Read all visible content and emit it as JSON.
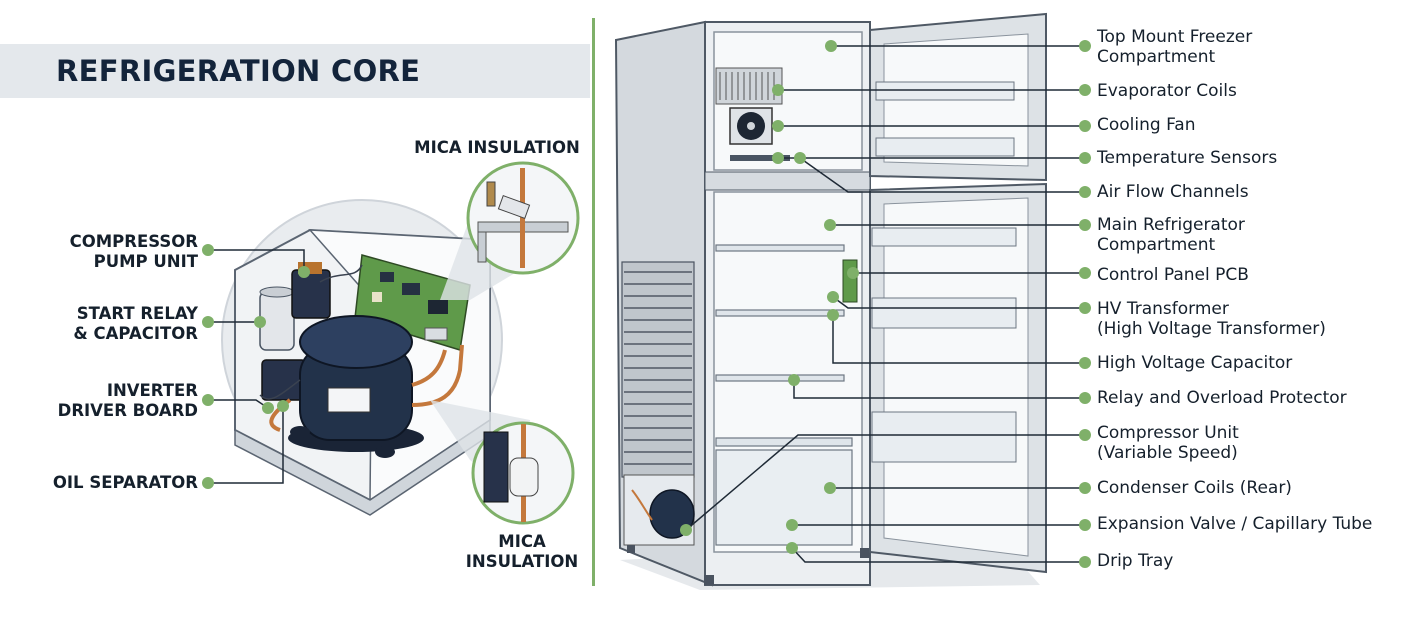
{
  "title": "REFRIGERATION CORE",
  "left_labels": {
    "compressor_pump_unit": "COMPRESSOR\nPUMP UNIT",
    "start_relay_capacitor": "START RELAY\n& CAPACITOR",
    "inverter_driver_board": "INVERTER\nDRIVER BOARD",
    "oil_separator": "OIL SEPARATOR",
    "mica_insulation_top": "MICA INSULATION",
    "mica_insulation_bottom": "MICA\nINSULATION"
  },
  "right_labels": [
    {
      "key": "freezer",
      "text": "Top Mount Freezer\nCompartment"
    },
    {
      "key": "evaporator",
      "text": "Evaporator Coils"
    },
    {
      "key": "fan",
      "text": "Cooling Fan"
    },
    {
      "key": "sensors",
      "text": "Temperature Sensors"
    },
    {
      "key": "airflow",
      "text": "Air Flow Channels"
    },
    {
      "key": "main",
      "text": "Main Refrigerator\nCompartment"
    },
    {
      "key": "pcb",
      "text": "Control Panel PCB"
    },
    {
      "key": "hv_transformer",
      "text": "HV Transformer\n(High Voltage Transformer)"
    },
    {
      "key": "hv_capacitor",
      "text": "High Voltage Capacitor"
    },
    {
      "key": "relay",
      "text": "Relay and Overload Protector"
    },
    {
      "key": "compressor",
      "text": "Compressor Unit\n(Variable Speed)"
    },
    {
      "key": "condenser",
      "text": "Condenser Coils (Rear)"
    },
    {
      "key": "expansion",
      "text": "Expansion Valve / Capillary Tube"
    },
    {
      "key": "drip",
      "text": "Drip Tray"
    }
  ],
  "colors": {
    "accent_green": "#7fb069",
    "leader_line": "#1f2a36",
    "title_band": "#e4e8ec",
    "title_text": "#13243b",
    "compressor_body": "#22324a"
  }
}
